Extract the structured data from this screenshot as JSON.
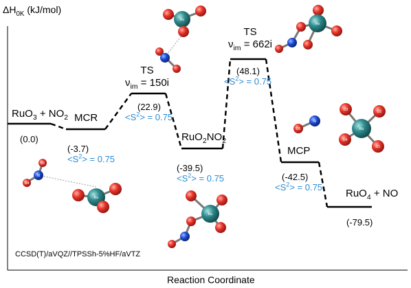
{
  "axes": {
    "y_label": "ΔH",
    "y_label_sub": "0K",
    "y_label_unit": " (kJ/mol)",
    "x_label": "Reaction Coordinate"
  },
  "method": "CCSD(T)/aVQZ//TPSSh-5%HF/aVTZ",
  "states": [
    {
      "id": "reactants",
      "label": "RuO3 + NO2",
      "energy": 0.0,
      "energy_label": "(0.0)",
      "s2": ""
    },
    {
      "id": "mcr",
      "label": "MCR",
      "energy": -3.7,
      "energy_label": "(-3.7)",
      "s2": "<S2> = 0.75"
    },
    {
      "id": "ts1",
      "label": "TS",
      "freq": "ν im = 150i",
      "energy": 22.9,
      "energy_label": "(22.9)",
      "s2": "<S2> = 0.75"
    },
    {
      "id": "int",
      "label": "RuO2NO2",
      "energy": -39.5,
      "energy_label": "(-39.5)",
      "s2": "<S2> = 0.75"
    },
    {
      "id": "ts2",
      "label": "TS",
      "freq": "ν im = 662i",
      "energy": 48.1,
      "energy_label": "(48.1)",
      "s2": "<S2> = 0.75"
    },
    {
      "id": "mcp",
      "label": "MCP",
      "energy": -42.5,
      "energy_label": "(-42.5)",
      "s2": "<S2> = 0.75"
    },
    {
      "id": "products",
      "label": "RuO4 + NO",
      "energy": -79.5,
      "energy_label": "(-79.5)",
      "s2": ""
    }
  ],
  "text": {
    "reactants_a": "RuO",
    "reactants_b": "3",
    "reactants_c": " + NO",
    "reactants_d": "2",
    "mcr": "MCR",
    "ts1_a": "TS",
    "ts1_b": "ν",
    "ts1_c": "im",
    "ts1_d": " = 150i",
    "int_a": "RuO",
    "int_b": "2",
    "int_c": "NO",
    "int_d": "2",
    "ts2_a": "TS",
    "ts2_b": "ν",
    "ts2_c": "im",
    "ts2_d": " = 662i",
    "mcp": "MCP",
    "prod_a": "RuO",
    "prod_b": "4",
    "prod_c": " + NO",
    "v_reactants": "(0.0)",
    "v_mcr": "(-3.7)",
    "v_ts1": "(22.9)",
    "v_int": "(-39.5)",
    "v_ts2": "(48.1)",
    "v_mcp": "(-42.5)",
    "v_prod": "(-79.5)",
    "s2_a": "<S",
    "s2_b": "2",
    "s2_c": "> = 0.75"
  },
  "atom_labels": {
    "o1": "O1",
    "o2": "O2",
    "o3": "O3",
    "o4": "O4",
    "o5": "O5",
    "n": "N",
    "ru": "Ru"
  },
  "colors": {
    "oxygen": "#e8352a",
    "ruthenium": "#2f8a8c",
    "nitrogen": "#1d4fd8",
    "s2_text": "#2a8bd3",
    "levels": "#000000"
  }
}
